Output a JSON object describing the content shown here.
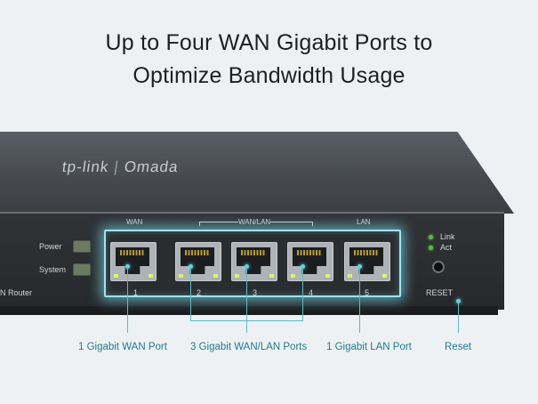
{
  "headline": {
    "line1": "Up to Four WAN Gigabit Ports to",
    "line2": "Optimize Bandwidth Usage"
  },
  "device": {
    "brand": "tp-link",
    "product_line": "Omada",
    "model_fragment": "N Router",
    "indicators": {
      "power": "Power",
      "system": "System"
    },
    "port_groups": {
      "wan": "WAN",
      "wan_lan": "WAN/LAN",
      "lan": "LAN"
    },
    "port_numbers": [
      "1",
      "2",
      "3",
      "4",
      "5"
    ],
    "legend": {
      "link": "Link",
      "act": "Act"
    },
    "reset_label": "RESET"
  },
  "callouts": {
    "wan": "1 Gigabit WAN Port",
    "wan_lan": "3 Gigabit WAN/LAN Ports",
    "lan": "1 Gigabit LAN Port",
    "reset": "Reset"
  },
  "colors": {
    "background": "#eef1f3",
    "accent": "#1f7a90",
    "glow": "#9fe4ee",
    "led_green": "#4fbf3d"
  }
}
